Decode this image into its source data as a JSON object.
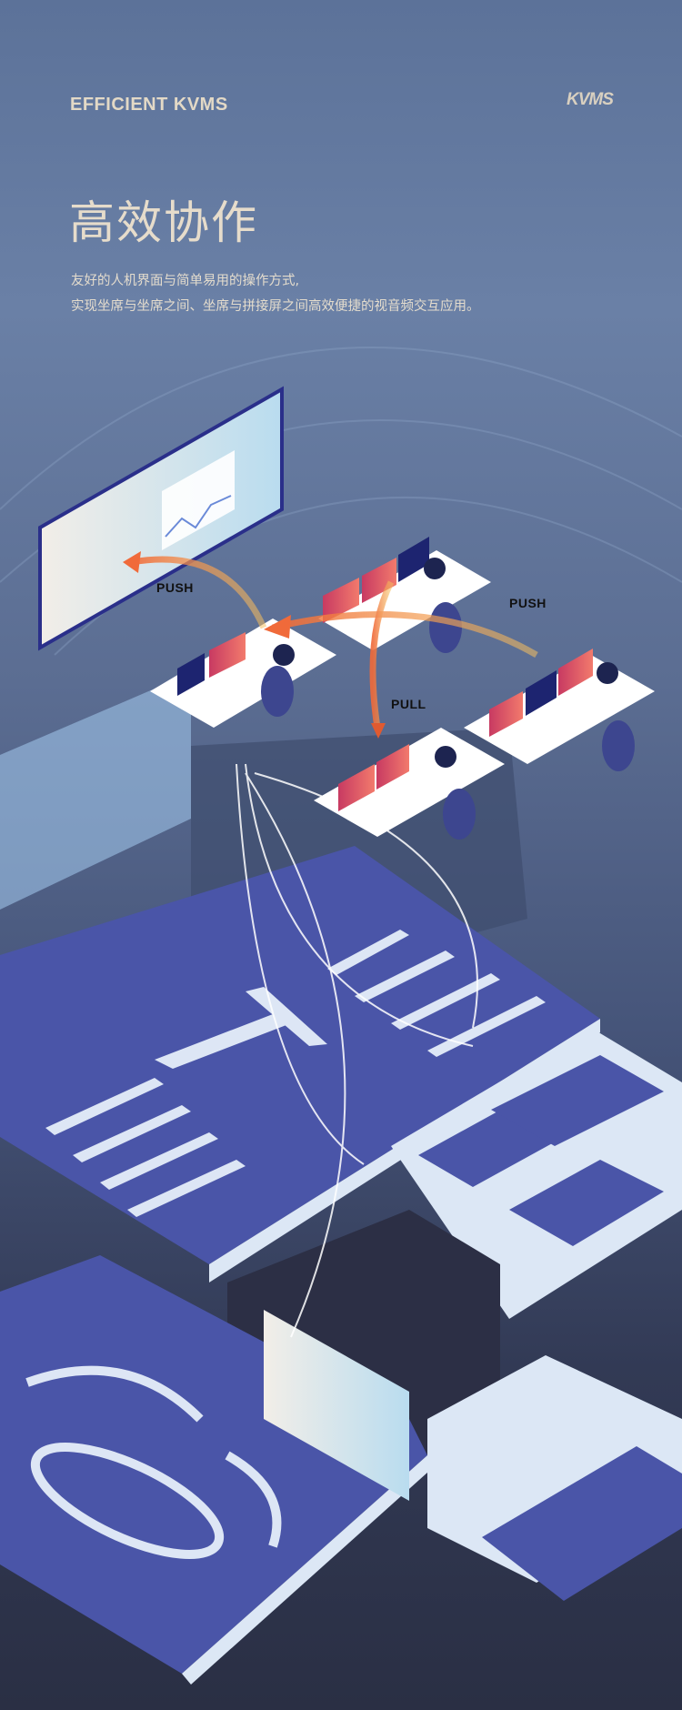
{
  "header": {
    "tag": "EFFICIENT KVMS",
    "logo": "KVMS"
  },
  "hero": {
    "title": "高效协作",
    "lines": [
      "友好的人机界面与简单易用的操作方式,",
      "实现坐席与坐席之间、坐席与拼接屏之间高效便捷的视音频交互应用。"
    ]
  },
  "diagram": {
    "labels": {
      "push_left": "PUSH",
      "push_right": "PUSH",
      "pull": "PULL"
    }
  },
  "colors": {
    "floor": "#4a55a8",
    "floor_edge": "#dce7f5",
    "arrow": "#f0a040",
    "screen": "#e9506a"
  }
}
